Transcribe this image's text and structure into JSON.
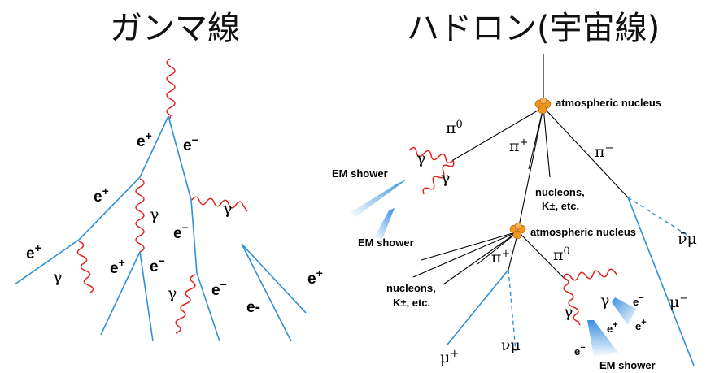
{
  "left_panel": {
    "title": "ガンマ線",
    "labels": {
      "e_plus": "e+",
      "e_minus": "e−",
      "e_minus_alt": "e-",
      "gamma": "γ"
    }
  },
  "right_panel": {
    "title": "ハドロン(宇宙線)",
    "labels": {
      "atmospheric_nucleus": "atmospheric nucleus",
      "pi_zero": "π0",
      "pi_plus": "π+",
      "pi_minus": "π−",
      "nucleons_line1": "nucleons,",
      "nucleons_line2": "K±,  etc.",
      "em_shower": "EM shower",
      "gamma": "γ",
      "nu_mu": "νμ",
      "nu_mu_bar": "ν̄μ",
      "mu_plus": "μ+",
      "mu_minus": "μ−",
      "e_plus": "e+",
      "e_minus": "e−"
    }
  },
  "colors": {
    "lepton_line": "#2f8fd8",
    "photon_wave": "#e0241c",
    "hadron_line": "#000000",
    "nucleus": "#f0961e",
    "shower": "#3a8fe0"
  }
}
